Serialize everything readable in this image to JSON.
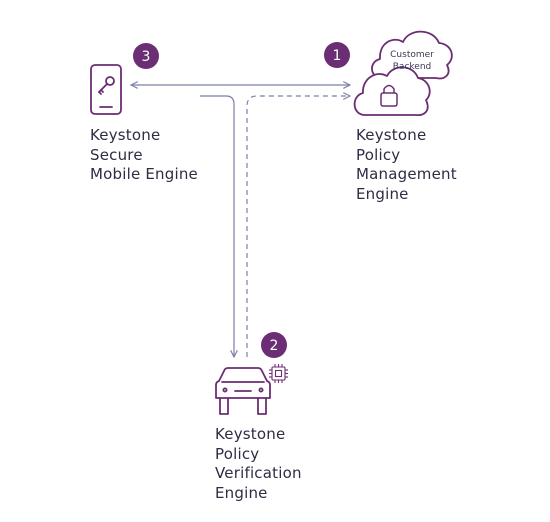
{
  "colors": {
    "accent": "#6b2d73",
    "line": "#7b7fa8",
    "text": "#2d2d44"
  },
  "nodes": {
    "mobile": {
      "icon": "phone-key-icon",
      "badge": "3",
      "label_lines": [
        "Keystone",
        "Secure",
        "Mobile Engine"
      ]
    },
    "policy_management": {
      "icon": "cloud-lock-icon",
      "badge": "1",
      "cloud_label_lines": [
        "Customer",
        "Backend"
      ],
      "label_lines": [
        "Keystone",
        "Policy",
        "Management",
        "Engine"
      ]
    },
    "verification": {
      "icon": "car-icon",
      "chip_icon": "chip-icon",
      "badge": "2",
      "label_lines": [
        "Keystone",
        "Policy",
        "Verification",
        "Engine"
      ]
    }
  }
}
